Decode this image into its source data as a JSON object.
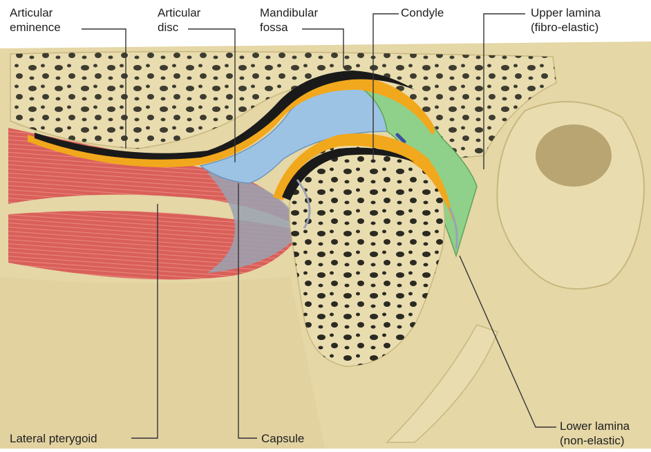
{
  "labels": {
    "articular_eminence": [
      "Articular",
      "eminence"
    ],
    "articular_disc": [
      "Articular",
      "disc"
    ],
    "mandibular_fossa": [
      "Mandibular",
      "fossa"
    ],
    "condyle": [
      "Condyle"
    ],
    "upper_lamina": [
      "Upper lamina",
      "(fibro-elastic)"
    ],
    "lateral_pterygoid": [
      "Lateral pterygoid"
    ],
    "capsule": [
      "Capsule"
    ],
    "lower_lamina": [
      "Lower lamina",
      "(non-elastic)"
    ]
  },
  "colors": {
    "bone": "#e9ddb0",
    "bone_pore": "#2b2a22",
    "cartilage": "#f2a81c",
    "disc": "#9cc3e4",
    "retrodiscal": "#8fd08a",
    "muscle": "#d9605a",
    "tendon": "#9aa2b3",
    "leader": "#333333"
  }
}
